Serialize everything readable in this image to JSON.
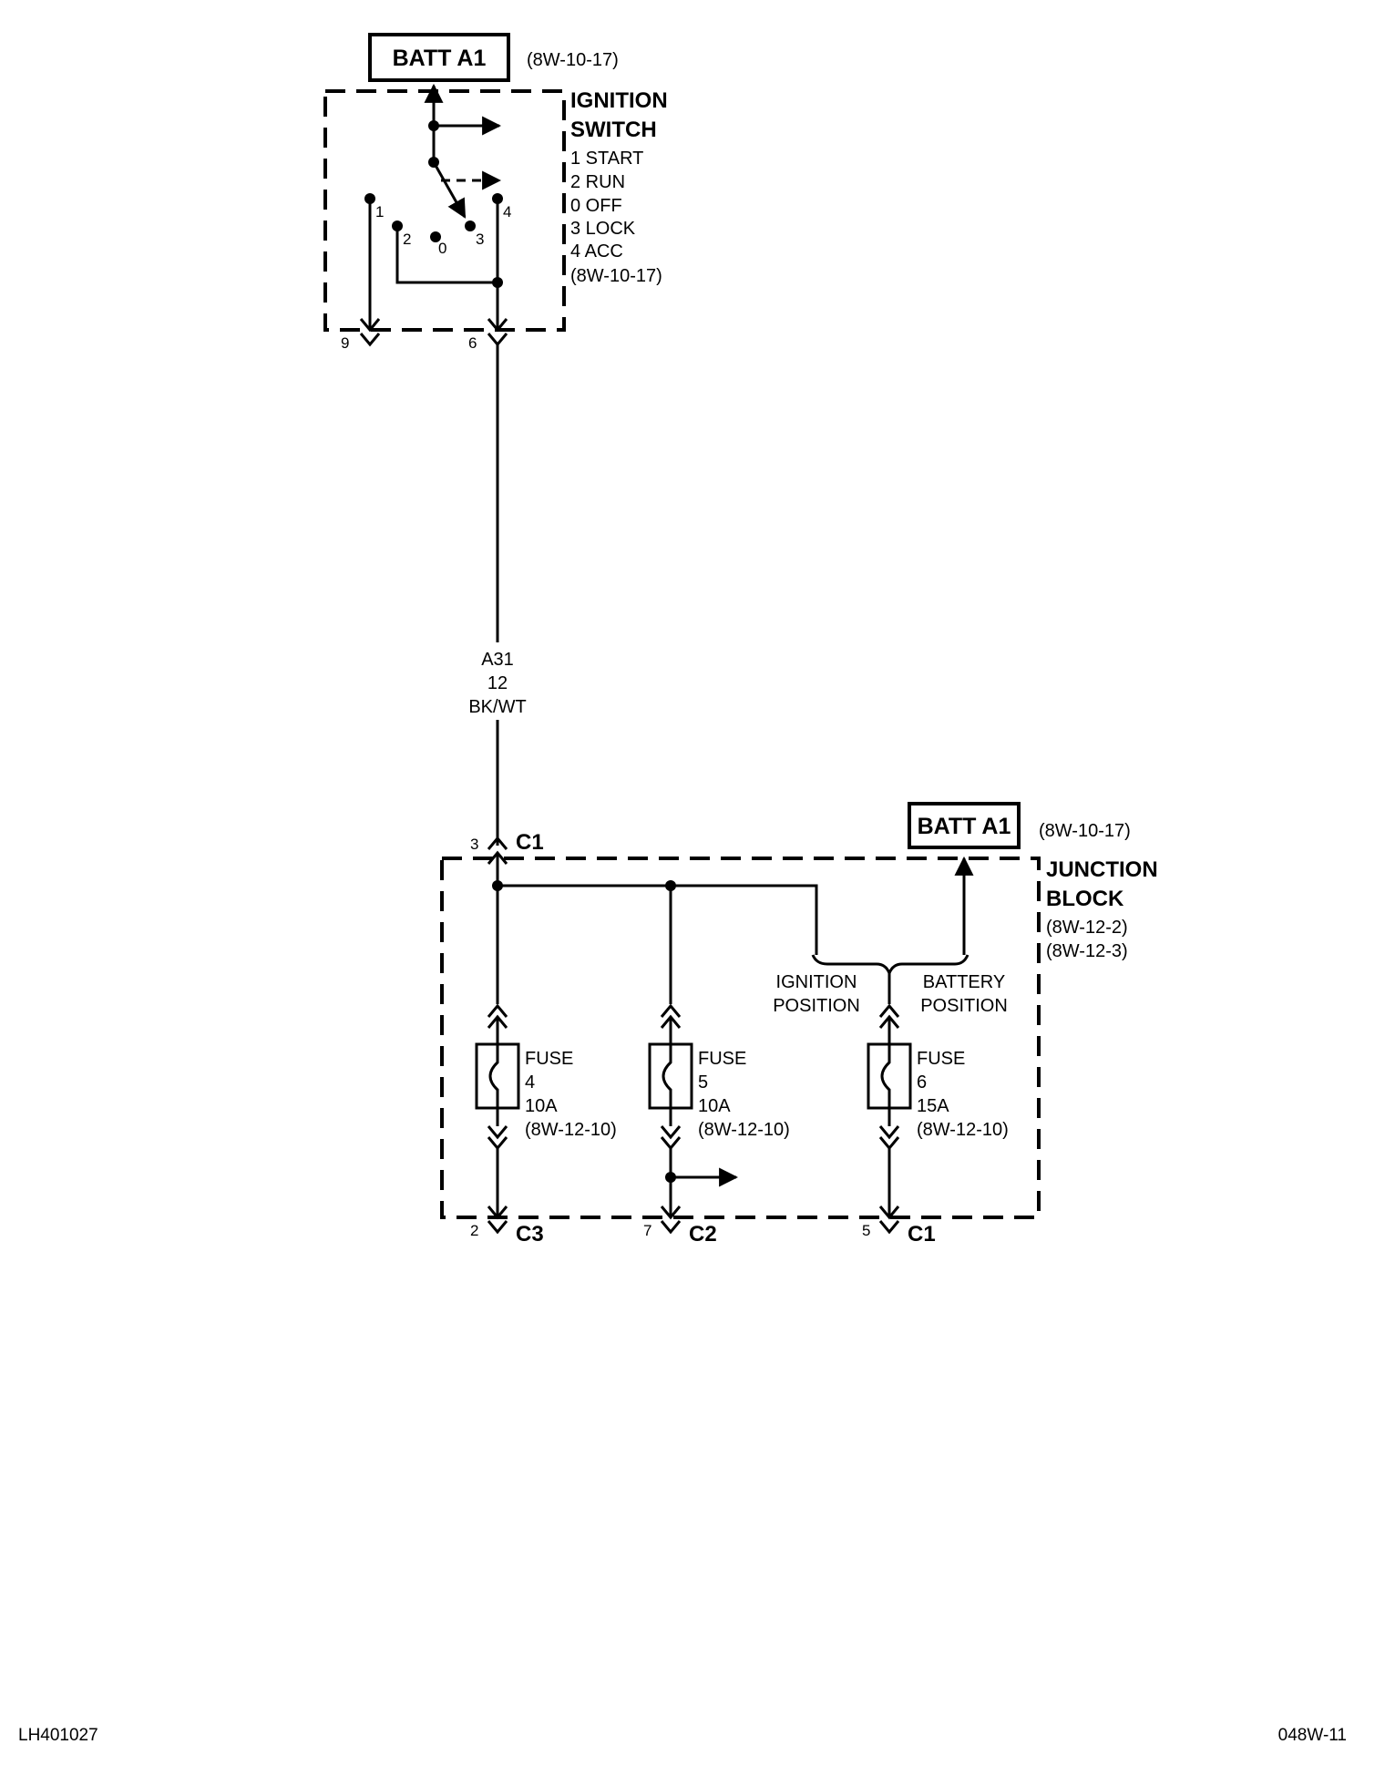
{
  "top_ref": {
    "box": "BATT A1",
    "ref": "(8W-10-17)"
  },
  "ignition_switch": {
    "title_1": "IGNITION",
    "title_2": "SWITCH",
    "positions": [
      "1 START",
      "2 RUN",
      "0 OFF",
      "3 LOCK",
      "4 ACC"
    ],
    "ref": "(8W-10-17)",
    "contacts": [
      "1",
      "2",
      "0",
      "3",
      "4"
    ],
    "pins": [
      "9",
      "6"
    ]
  },
  "wire": {
    "circuit": "A31",
    "gauge": "12",
    "color": "BK/WT"
  },
  "junction_block": {
    "box": "BATT A1",
    "box_ref": "(8W-10-17)",
    "title_1": "JUNCTION",
    "title_2": "BLOCK",
    "refs": [
      "(8W-12-2)",
      "(8W-12-3)"
    ],
    "input_pin": "3",
    "input_connector": "C1",
    "switch_labels": [
      "IGNITION",
      "POSITION",
      "BATTERY",
      "POSITION"
    ],
    "fuses": [
      {
        "label": "FUSE",
        "number": "4",
        "rating": "10A",
        "ref": "(8W-12-10)",
        "pin": "2",
        "connector": "C3"
      },
      {
        "label": "FUSE",
        "number": "5",
        "rating": "10A",
        "ref": "(8W-12-10)",
        "pin": "7",
        "connector": "C2"
      },
      {
        "label": "FUSE",
        "number": "6",
        "rating": "15A",
        "ref": "(8W-12-10)",
        "pin": "5",
        "connector": "C1"
      }
    ]
  },
  "footer": {
    "left": "LH401027",
    "right": "048W-11"
  }
}
